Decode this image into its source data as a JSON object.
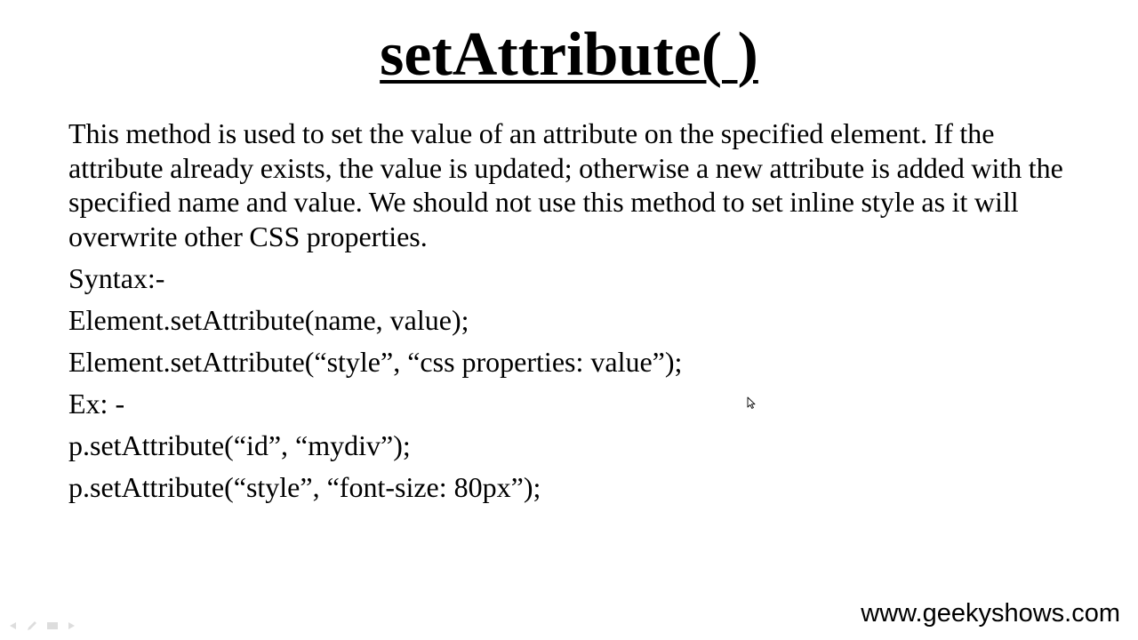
{
  "slide": {
    "title": "setAttribute( )",
    "paragraph": "This method is used to set the value of an attribute on the specified element. If the attribute already exists, the value is updated; otherwise a new attribute is added with the specified name and value. We should not use this method to set inline style as it will overwrite other CSS properties.",
    "syntax_label": "Syntax:-",
    "syntax_lines": [
      "Element.setAttribute(name, value);",
      "Element.setAttribute(“style”, “css properties: value”);"
    ],
    "example_label": "Ex: -",
    "example_lines": [
      "p.setAttribute(“id”, “mydiv”);",
      "p.setAttribute(“style”, “font-size: 80px”);"
    ]
  },
  "footer": {
    "url": "www.geekyshows.com"
  },
  "icons": {
    "cursor": "mouse-pointer-icon",
    "toolbar": [
      "previous-arrow-icon",
      "pen-icon",
      "menu-icon",
      "next-arrow-icon"
    ]
  }
}
